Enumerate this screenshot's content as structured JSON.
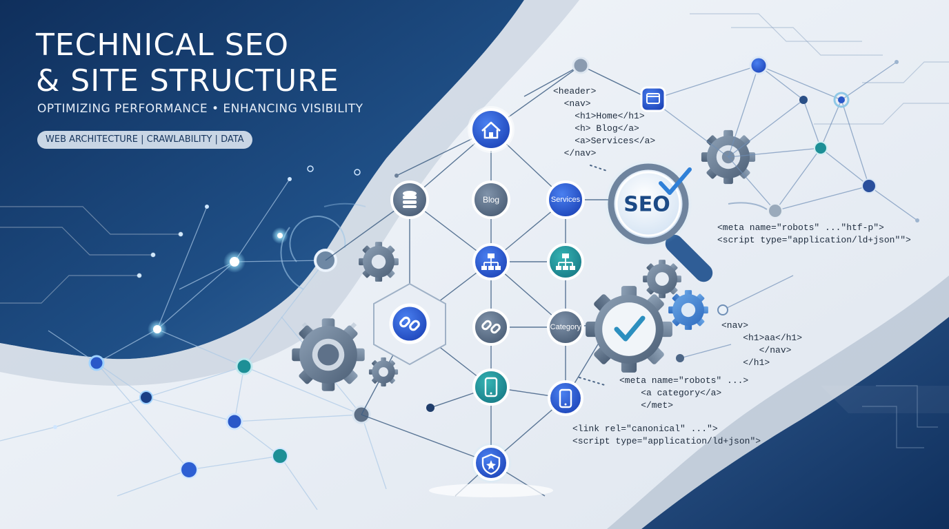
{
  "hero": {
    "title_line1": "TECHNICAL SEO",
    "title_line2": "& SITE STRUCTURE",
    "subtitle": "OPTIMIZING PERFORMANCE • ENHANCING VISIBILITY",
    "tag": "WEB ARCHITECTURE | CRAWLABILITY | DATA"
  },
  "nodes": {
    "blog": "Blog",
    "services": "Services",
    "category": "Category",
    "seo": "SEO"
  },
  "code": {
    "block1": "<header>\n  <nav>\n    <h1>Home</h1>\n    <h> Blog</a>\n    <a>Services</a>\n  </nav>",
    "block2": "<meta name=\"robots\" ...\"htf-p\">\n<script type=\"application/ld+json\"\">",
    "block3": "<nav>\n    <h1>aa</h1>\n       </nav>\n    </h1>",
    "block4": "<meta name=\"robots\" ...>\n    <a category</a>\n    </met>",
    "block5": "<link rel=\"canonical\" ...\">\n<script type=\"application/ld+json\">"
  },
  "icons": [
    "home-icon",
    "database-icon",
    "sitemap-icon",
    "link-icon",
    "mobile-icon",
    "shield-icon",
    "gear-icon",
    "magnifier-icon",
    "checkmark-icon",
    "browser-icon"
  ],
  "colors": {
    "navy": "#0f2f5c",
    "blue": "#2d5fd3",
    "teal": "#1d8f96",
    "slate": "#5d6f86",
    "glow": "#a9e9ff",
    "background": "#e8edf3"
  }
}
